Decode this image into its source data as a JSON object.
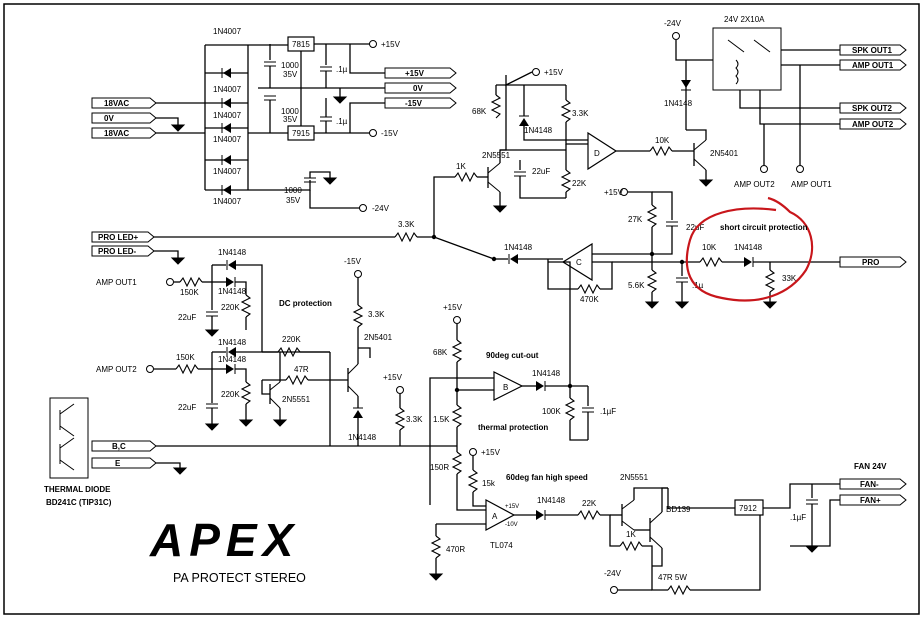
{
  "title": "PA PROTECT STEREO",
  "logo": "APEX",
  "power": {
    "d1": "1N4007",
    "d2": "1N4007",
    "d3": "1N4007",
    "d4": "1N4007",
    "d5": "1N4007",
    "d6": "1N4007",
    "reg_pos": "7815",
    "reg_neg": "7915",
    "cap_a_val": "1000",
    "cap_a_v": "35V",
    "cap_b_val": "1000",
    "cap_b_v": "35V",
    "cap_c_val": "1000",
    "cap_c_v": "35V",
    "cap_d": ".1µ",
    "cap_e": ".1µ",
    "out_pos": "+15V",
    "out_neg": "-15V",
    "out_neg24": "-24V",
    "in_18a": "18VAC",
    "in_0v": "0V",
    "in_18b": "18VAC",
    "bus_pos15": "+15V",
    "bus_0v": "0V",
    "bus_neg15": "-15V"
  },
  "relay": {
    "label": "24V 2X10A",
    "supply": "-24V",
    "diode": "1N4148",
    "spk_out1": "SPK OUT1",
    "amp_out1": "AMP OUT1",
    "spk_out2": "SPK OUT2",
    "amp_out2": "AMP OUT2",
    "tp_amp_out2": "AMP OUT2",
    "tp_amp_out1": "AMP OUT1"
  },
  "stage_d": {
    "supply": "+15V",
    "r68k": "68K",
    "d": "1N4148",
    "r33k": "3.3K",
    "opamp": "D",
    "r10k": "10K",
    "q_drv": "2N5401",
    "q": "2N5551",
    "r1k": "1K",
    "c22u": "22uF",
    "r22k": "22K",
    "rled": "3.3K"
  },
  "stage_c": {
    "supply": "+15V",
    "r27k": "27K",
    "c22u": "22uF",
    "d": "1N4148",
    "opamp": "C",
    "r470k": "470K",
    "r56k": "5.6K",
    "c1u": ".1µ",
    "r10k": "10K",
    "d2": "1N4148",
    "r33k": "33K",
    "pro": "PRO",
    "annot": "short circuit protection"
  },
  "leds": {
    "plus": "PRO LED+",
    "minus": "PRO LED-"
  },
  "dc": {
    "title": "DC protection",
    "in1": "AMP OUT1",
    "in2": "AMP OUT2",
    "r150k_1": "150K",
    "r150k_2": "150K",
    "d1": "1N4148",
    "d2": "1N4148",
    "d3": "1N4148",
    "d4": "1N4148",
    "r220k_1": "220K",
    "r220k_2": "220K",
    "r220k_3": "220K",
    "c1": "22uF",
    "c2": "22uF",
    "r47": "47R",
    "q_npn": "2N5551",
    "q_pnp": "2N5401",
    "supply": "-15V",
    "r33k": "3.3K",
    "d5": "1N4148"
  },
  "thermal": {
    "title1": "90deg cut-out",
    "title2": "thermal protection",
    "supply": "+15V",
    "r68k": "68K",
    "r15k": "1.5K",
    "r150": "150R",
    "opamp": "B",
    "d": "1N4148",
    "r100k": "100K",
    "c": ".1µF",
    "r33k_supply": "+15V",
    "r33k": "3.3K",
    "diode_lbl1": "THERMAL DIODE",
    "diode_lbl2": "BD241C (TIP31C)",
    "bc": "B,C",
    "e": "E"
  },
  "fan": {
    "title": "60deg fan high speed",
    "supply": "+15V",
    "r15k": "15k",
    "r470": "470R",
    "opamp": "A",
    "pin15": "+15V",
    "pin10": "-10V",
    "chip": "TL074",
    "d": "1N4148",
    "r22k": "22K",
    "q1": "2N5551",
    "q2": "BD139",
    "r1k": "1K",
    "supply_neg": "-24V",
    "r47w": "47R 5W",
    "reg": "7912",
    "cap": ".1µF",
    "hdr": "FAN 24V",
    "minus": "FAN-",
    "plus": "FAN+"
  }
}
